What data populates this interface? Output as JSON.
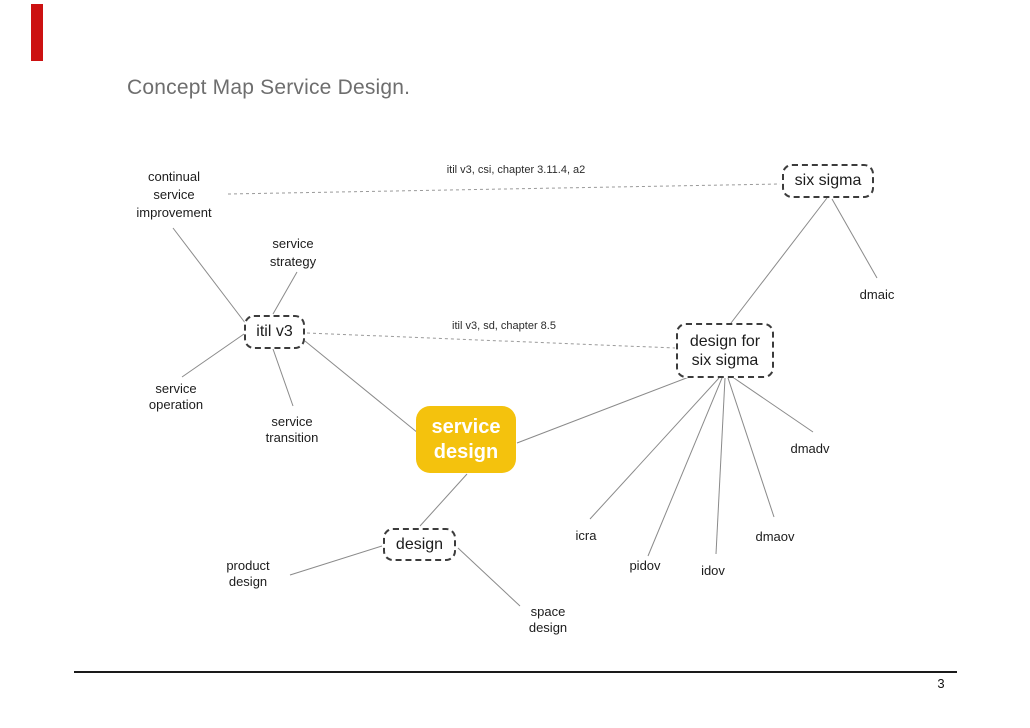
{
  "slide": {
    "title": "Concept Map Service Design.",
    "page_number": "3"
  },
  "colors": {
    "highlight_node": "#f4c20d",
    "accent_bar": "#cc1111",
    "edge": "#8a8a8a"
  },
  "nodes": {
    "service_design": {
      "line1": "service",
      "line2": "design"
    },
    "itil_v3": {
      "label": "itil v3"
    },
    "six_sigma": {
      "label": "six sigma"
    },
    "design_for_six_sigma": {
      "line1": "design for",
      "line2": "six sigma"
    },
    "design": {
      "label": "design"
    },
    "continual_service_improvement": {
      "line1": "continual",
      "line2": "service",
      "line3": "improvement"
    },
    "service_strategy": {
      "line1": "service",
      "line2": "strategy"
    },
    "service_operation": {
      "line1": "service",
      "line2": "operation"
    },
    "service_transition": {
      "line1": "service",
      "line2": "transition"
    },
    "product_design": {
      "line1": "product",
      "line2": "design"
    },
    "space_design": {
      "line1": "space",
      "line2": "design"
    },
    "dmaic": {
      "label": "dmaic"
    },
    "dmadv": {
      "label": "dmadv"
    },
    "dmaov": {
      "label": "dmaov"
    },
    "idov": {
      "label": "idov"
    },
    "pidov": {
      "label": "pidov"
    },
    "icra": {
      "label": "icra"
    }
  },
  "edge_labels": {
    "itil_csi": "itil v3, csi, chapter 3.11.4, a2",
    "itil_sd": "itil v3, sd, chapter 8.5"
  },
  "edges": [
    {
      "from": "continual_service_improvement",
      "to": "six_sigma",
      "style": "dashed",
      "label": "itil v3, csi, chapter 3.11.4, a2"
    },
    {
      "from": "itil_v3",
      "to": "design_for_six_sigma",
      "style": "dashed",
      "label": "itil v3, sd, chapter 8.5"
    },
    {
      "from": "continual_service_improvement",
      "to": "itil_v3",
      "style": "solid"
    },
    {
      "from": "service_strategy",
      "to": "itil_v3",
      "style": "solid"
    },
    {
      "from": "itil_v3",
      "to": "service_operation",
      "style": "solid"
    },
    {
      "from": "itil_v3",
      "to": "service_transition",
      "style": "solid"
    },
    {
      "from": "itil_v3",
      "to": "service_design",
      "style": "solid"
    },
    {
      "from": "six_sigma",
      "to": "design_for_six_sigma",
      "style": "solid"
    },
    {
      "from": "six_sigma",
      "to": "dmaic",
      "style": "solid"
    },
    {
      "from": "design_for_six_sigma",
      "to": "service_design",
      "style": "solid"
    },
    {
      "from": "design_for_six_sigma",
      "to": "icra",
      "style": "solid"
    },
    {
      "from": "design_for_six_sigma",
      "to": "pidov",
      "style": "solid"
    },
    {
      "from": "design_for_six_sigma",
      "to": "idov",
      "style": "solid"
    },
    {
      "from": "design_for_six_sigma",
      "to": "dmaov",
      "style": "solid"
    },
    {
      "from": "design_for_six_sigma",
      "to": "dmadv",
      "style": "solid"
    },
    {
      "from": "service_design",
      "to": "design",
      "style": "solid"
    },
    {
      "from": "product_design",
      "to": "design",
      "style": "solid"
    },
    {
      "from": "design",
      "to": "space_design",
      "style": "solid"
    }
  ]
}
